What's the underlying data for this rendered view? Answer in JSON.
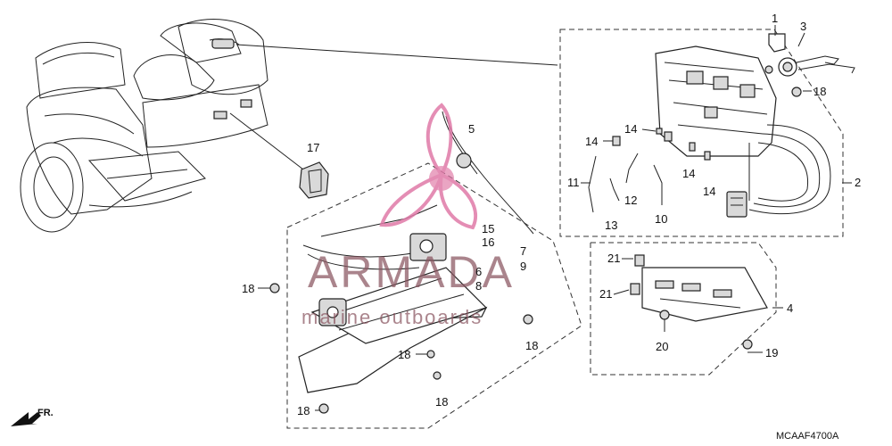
{
  "diagram": {
    "part_code": "MCAAF4700A",
    "direction_label": "FR.",
    "watermark": {
      "brand": "ARMADA",
      "tagline": "marine outboards"
    },
    "callouts": [
      {
        "id": "c1",
        "text": "1"
      },
      {
        "id": "c3",
        "text": "3"
      },
      {
        "id": "c18a",
        "text": "18"
      },
      {
        "id": "c14a",
        "text": "14"
      },
      {
        "id": "c14b",
        "text": "14"
      },
      {
        "id": "c14c",
        "text": "14"
      },
      {
        "id": "c14d",
        "text": "14"
      },
      {
        "id": "c2",
        "text": "2"
      },
      {
        "id": "c11",
        "text": "11"
      },
      {
        "id": "c12",
        "text": "12"
      },
      {
        "id": "c13",
        "text": "13"
      },
      {
        "id": "c10",
        "text": "10"
      },
      {
        "id": "c17",
        "text": "17"
      },
      {
        "id": "c5",
        "text": "5"
      },
      {
        "id": "c15",
        "text": "15"
      },
      {
        "id": "c16",
        "text": "16"
      },
      {
        "id": "c7",
        "text": "7"
      },
      {
        "id": "c9",
        "text": "9"
      },
      {
        "id": "c6",
        "text": "6"
      },
      {
        "id": "c8",
        "text": "8"
      },
      {
        "id": "c18b",
        "text": "18"
      },
      {
        "id": "c18c",
        "text": "18"
      },
      {
        "id": "c18d",
        "text": "18"
      },
      {
        "id": "c18e",
        "text": "18"
      },
      {
        "id": "c18f",
        "text": "18"
      },
      {
        "id": "c21a",
        "text": "21"
      },
      {
        "id": "c21b",
        "text": "21"
      },
      {
        "id": "c4",
        "text": "4"
      },
      {
        "id": "c20",
        "text": "20"
      },
      {
        "id": "c19",
        "text": "19"
      }
    ]
  }
}
